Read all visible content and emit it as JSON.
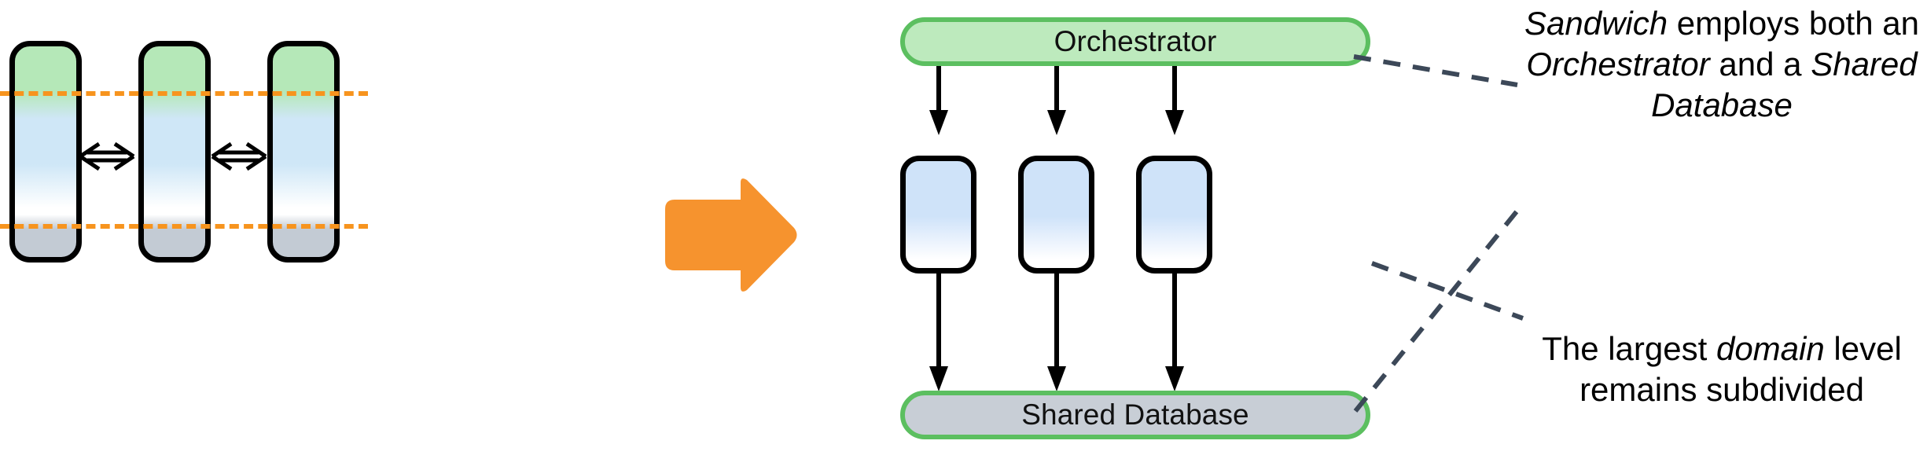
{
  "diagram": {
    "title": "Sandwich pattern: layered monolith refactored into orchestrator plus shared database",
    "colors": {
      "domain_green": "#b5e8b8",
      "service_blue": "#cfe7f7",
      "database_gray": "#c3cbd4",
      "boundary_orange": "#f7941e",
      "transform_arrow_orange": "#f6932e",
      "pill_border_green": "#5cbf60",
      "leader_line": "#3c4858",
      "outline_black": "#000000",
      "text_black": "#000000"
    }
  },
  "left_group": {
    "name": "layered-panels",
    "panel_count": 3,
    "panels": [
      {
        "id": "layer-panel-1",
        "bands": [
          "domain",
          "service",
          "database"
        ]
      },
      {
        "id": "layer-panel-2",
        "bands": [
          "domain",
          "service",
          "database"
        ]
      },
      {
        "id": "layer-panel-3",
        "bands": [
          "domain",
          "service",
          "database"
        ]
      }
    ],
    "boundaries": [
      {
        "id": "boundary-line-top",
        "style": "dashed",
        "color": "#f7941e"
      },
      {
        "id": "boundary-line-bottom",
        "style": "dashed",
        "color": "#f7941e"
      }
    ],
    "sync_arrows": [
      {
        "id": "sync-arrow-1",
        "direction": "bidirectional"
      },
      {
        "id": "sync-arrow-2",
        "direction": "bidirectional"
      }
    ]
  },
  "transform": {
    "icon": "right-arrow-icon",
    "direction": "right",
    "color": "#f6932e"
  },
  "right_group": {
    "orchestrator": {
      "label": "Orchestrator",
      "fill": "#bdeabd",
      "border": "#5cbf60"
    },
    "services": [
      {
        "id": "service-box-1",
        "label": ""
      },
      {
        "id": "service-box-2",
        "label": ""
      },
      {
        "id": "service-box-3",
        "label": ""
      }
    ],
    "shared_database": {
      "label": "Shared Database",
      "fill": "#c8ced6",
      "border": "#5cbf60"
    },
    "flow_arrows": {
      "from_orchestrator_count": 3,
      "to_database_count": 3,
      "direction": "down"
    }
  },
  "annotations": [
    {
      "id": "annotation-sandwich",
      "segments": [
        {
          "text": "Sandwich",
          "italic": true
        },
        {
          "text": " employs both an ",
          "italic": false
        },
        {
          "text": "Orchestrator",
          "italic": true
        },
        {
          "text": " and a ",
          "italic": false
        },
        {
          "text": "Shared Database",
          "italic": true
        }
      ],
      "plain": "Sandwich employs both an Orchestrator and a Shared Database"
    },
    {
      "id": "annotation-domain",
      "segments": [
        {
          "text": "The largest ",
          "italic": false
        },
        {
          "text": "domain",
          "italic": true
        },
        {
          "text": " level remains subdivided",
          "italic": false
        }
      ],
      "plain": "The largest domain level remains subdivided"
    }
  ],
  "leader_lines": [
    {
      "id": "leader-orchestrator",
      "from": "orchestrator-box",
      "to": "annotation-sandwich"
    },
    {
      "id": "leader-database",
      "from": "shared-database-box",
      "to": "annotation-sandwich"
    },
    {
      "id": "leader-service",
      "from": "service-box-3",
      "to": "annotation-domain"
    }
  ]
}
